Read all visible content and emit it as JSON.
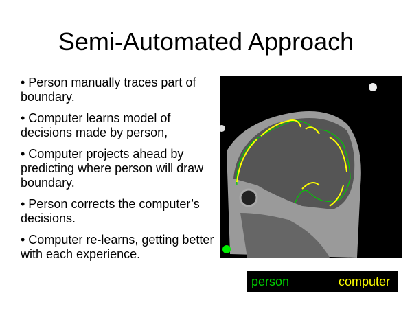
{
  "slide": {
    "title": "Semi-Automated Approach",
    "bullets": [
      "• Person manually traces part of boundary.",
      "• Computer learns model of decisions made by person,",
      "• Computer projects ahead by predicting where person will draw boundary.",
      "• Person corrects the computer’s decisions.",
      "• Computer re-learns, getting better with each experience."
    ],
    "legend": {
      "person": "person",
      "computer": "computer"
    },
    "colors": {
      "person": "#00cc00",
      "computer": "#ffff00"
    }
  }
}
